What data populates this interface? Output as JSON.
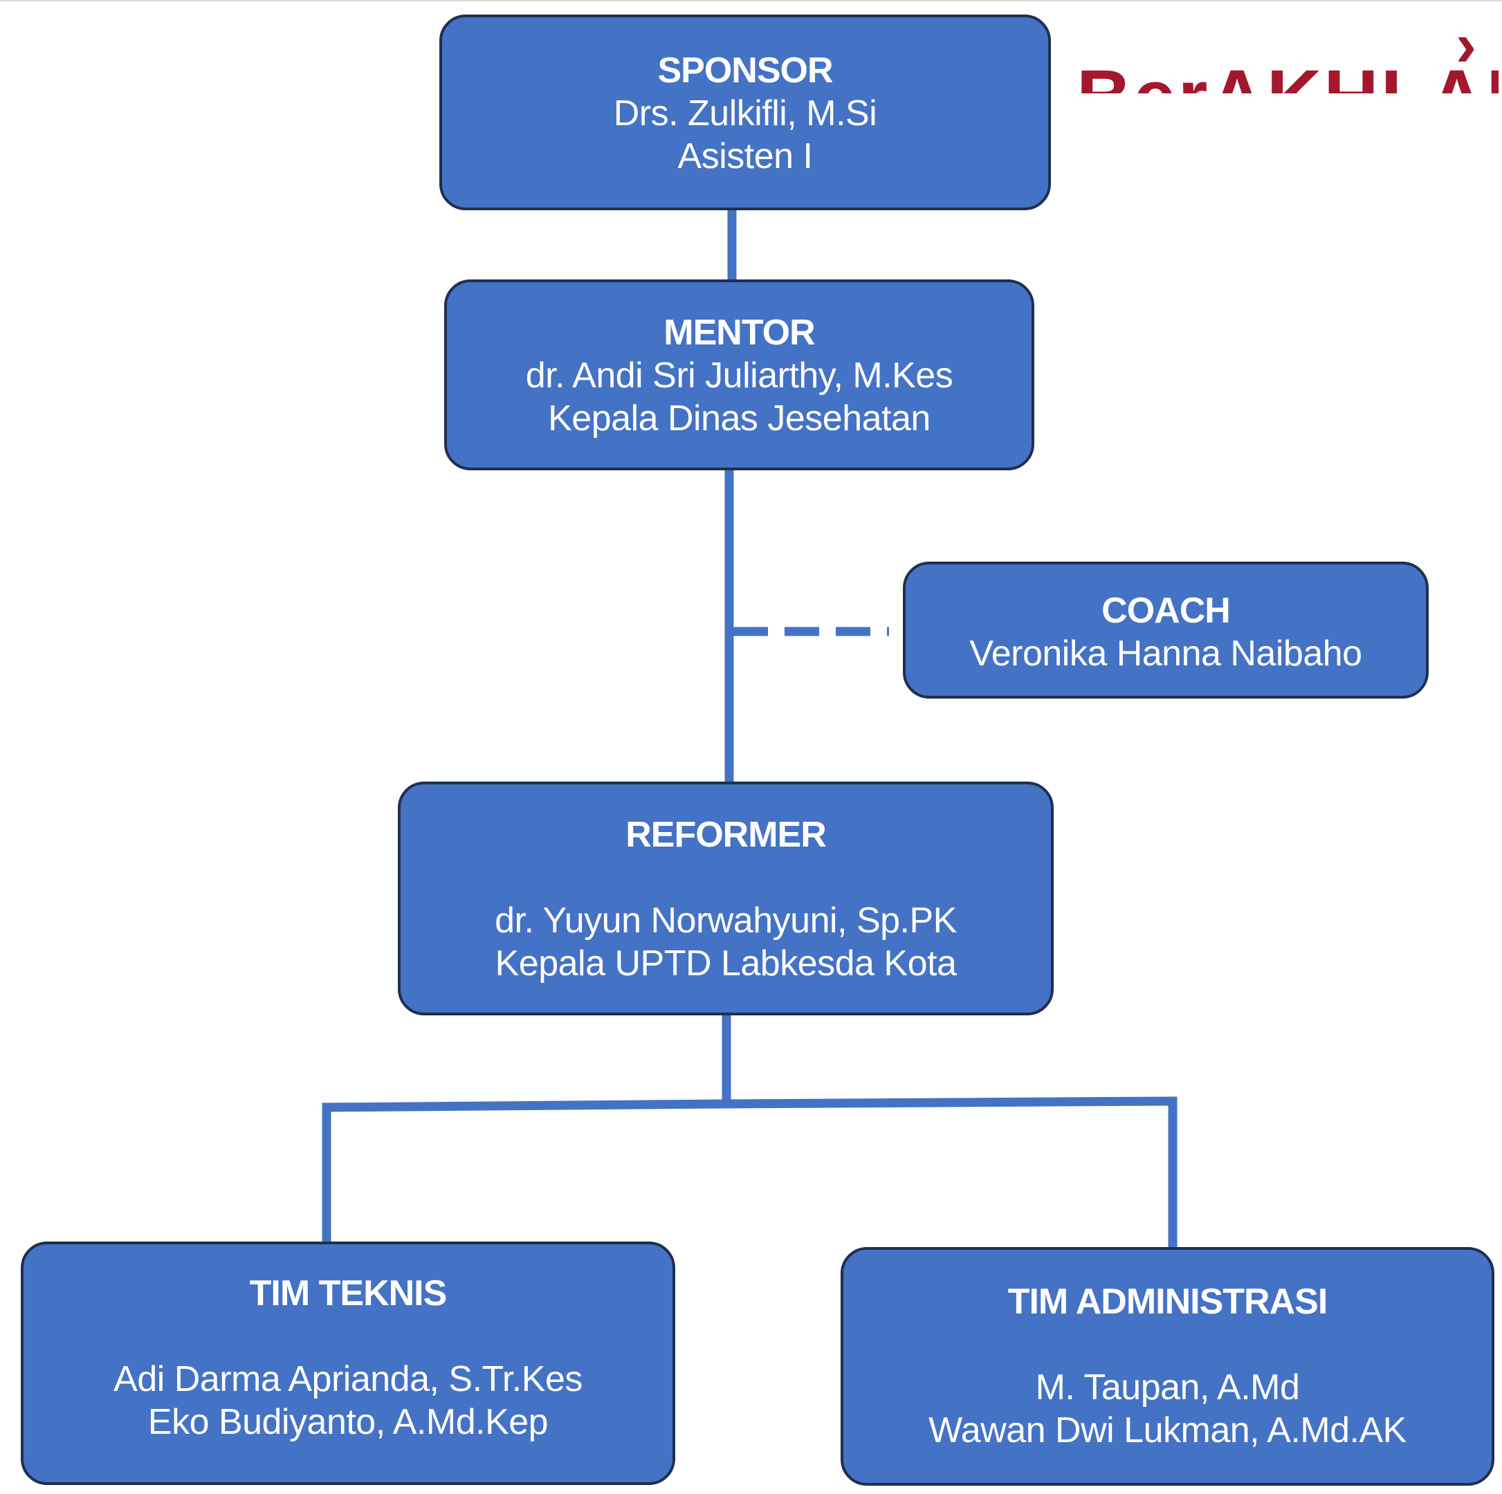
{
  "logo": {
    "text": "BerAKHLAK",
    "color": "#a3182c"
  },
  "colors": {
    "box_fill": "#4472c4",
    "box_border": "#1f2f4f",
    "connector": "#4472c4"
  },
  "sponsor": {
    "role": "SPONSOR",
    "name": "Drs. Zulkifli, M.Si",
    "position": "Asisten I"
  },
  "mentor": {
    "role": "MENTOR",
    "name": "dr. Andi Sri Juliarthy, M.Kes",
    "position": "Kepala Dinas Jesehatan"
  },
  "coach": {
    "role": "COACH",
    "name": "Veronika Hanna Naibaho"
  },
  "reformer": {
    "role": "REFORMER",
    "name": "dr. Yuyun Norwahyuni, Sp.PK",
    "position": "Kepala UPTD Labkesda Kota"
  },
  "tim_teknis": {
    "role": "TIM TEKNIS",
    "members": [
      "Adi Darma Aprianda, S.Tr.Kes",
      "Eko Budiyanto, A.Md.Kep"
    ]
  },
  "tim_administrasi": {
    "role": "TIM ADMINISTRASI",
    "members": [
      "M. Taupan, A.Md",
      "Wawan Dwi Lukman, A.Md.AK"
    ]
  }
}
